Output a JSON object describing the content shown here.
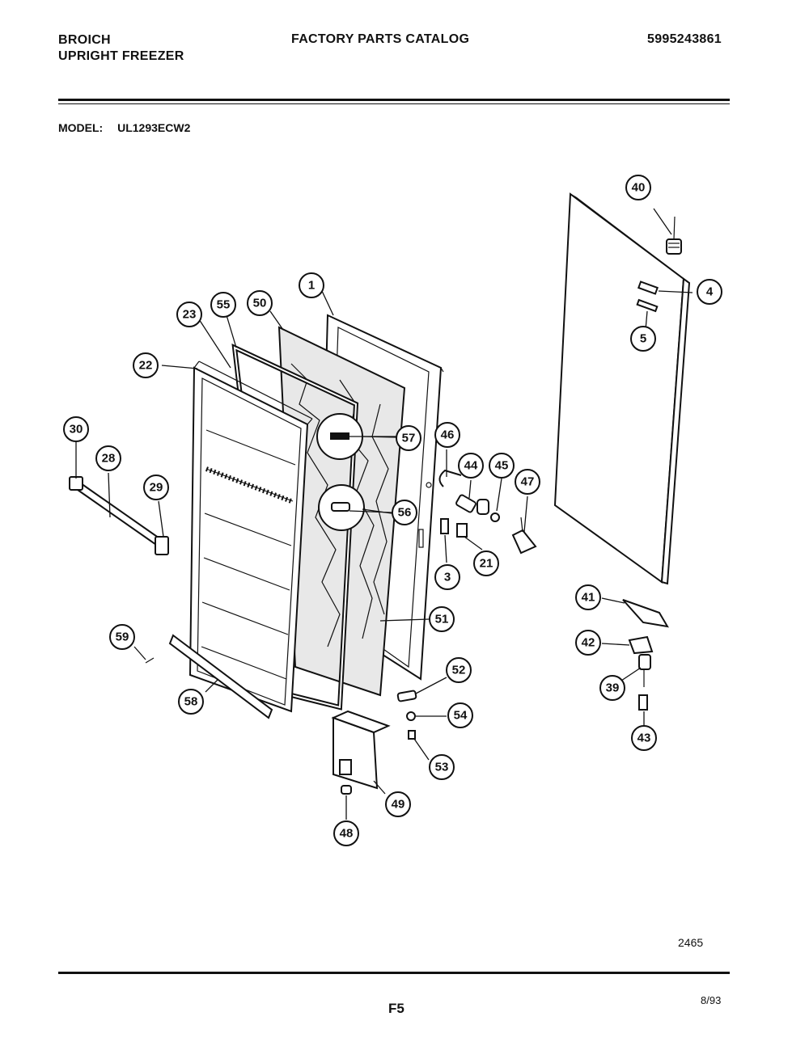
{
  "header": {
    "brand": "BROICH",
    "product": "UPRIGHT FREEZER",
    "catalog": "FACTORY PARTS CATALOG",
    "publication_number": "5995243861"
  },
  "model": {
    "label": "MODEL:",
    "value": "UL1293ECW2"
  },
  "callouts": [
    "40",
    "4",
    "5",
    "1",
    "50",
    "55",
    "23",
    "22",
    "30",
    "28",
    "29",
    "57",
    "46",
    "44",
    "45",
    "47",
    "56",
    "3",
    "21",
    "51",
    "41",
    "42",
    "39",
    "43",
    "59",
    "58",
    "52",
    "54",
    "53",
    "49",
    "48"
  ],
  "footer": {
    "figure_number": "2465",
    "page": "F5",
    "date": "8/93"
  }
}
